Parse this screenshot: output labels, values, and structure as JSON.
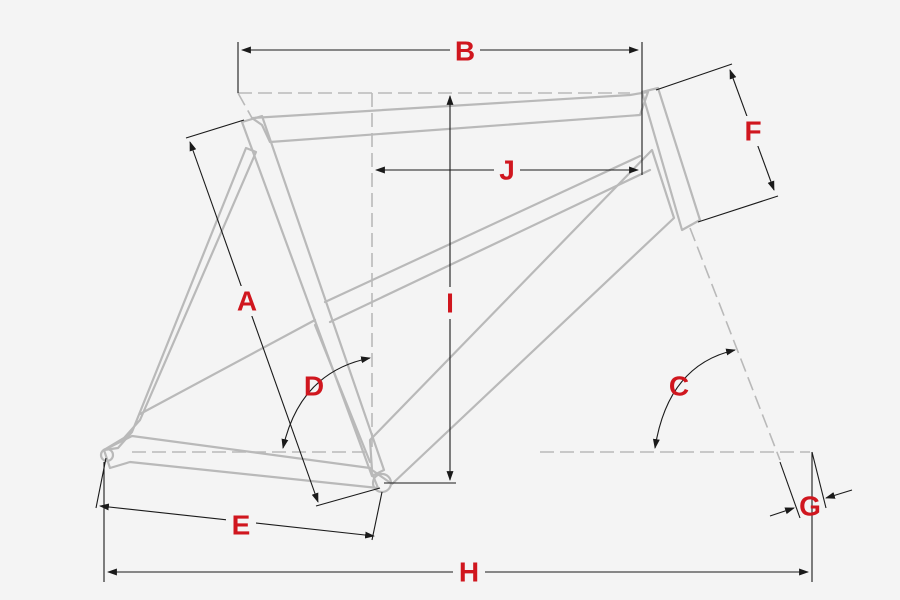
{
  "labels": {
    "A": "A",
    "B": "B",
    "C": "C",
    "D": "D",
    "E": "E",
    "F": "F",
    "G": "G",
    "H": "H",
    "I": "I",
    "J": "J"
  },
  "colors": {
    "background": "#f4f4f4",
    "frame": "#b9b9b9",
    "dimension_line": "#1a1a1a",
    "label": "#d0161e"
  }
}
